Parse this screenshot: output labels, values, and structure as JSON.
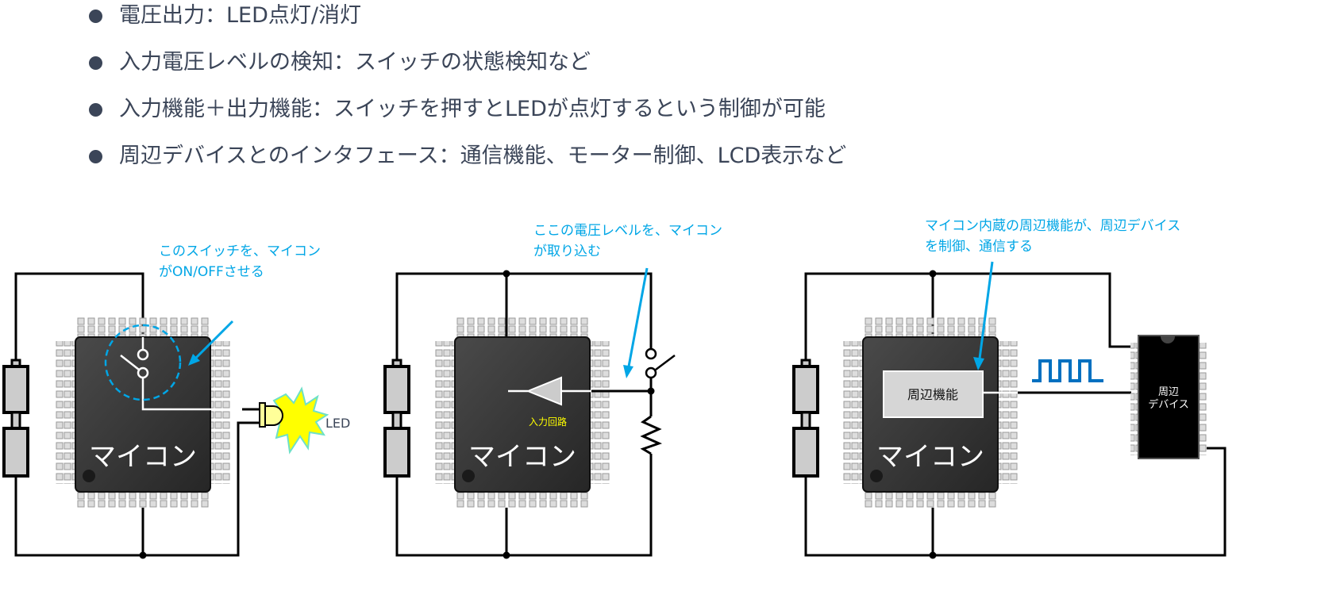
{
  "bullets": [
    "電圧出力：LED点灯/消灯",
    "入力電圧レベルの検知：スイッチの状態検知など",
    "入力機能＋出力機能：スイッチを押すとLEDが点灯するという制御が可能",
    "周辺デバイスとのインタフェース：通信機能、モーター制御、LCD表示など"
  ],
  "panel1": {
    "annotation": [
      "このスイッチを、マイコン",
      "がON/OFFさせる"
    ],
    "chip_label": "マイコン",
    "led_label": "LED"
  },
  "panel2": {
    "annotation": [
      "ここの電圧レベルを、マイコン",
      "が取り込む"
    ],
    "chip_label": "マイコン",
    "input_circuit_label": "入力回路"
  },
  "panel3": {
    "annotation": [
      "マイコン内蔵の周辺機能が、周辺デバイス",
      "を制御、通信する"
    ],
    "chip_label": "マイコン",
    "peripheral_label": "周辺機能",
    "device_label": [
      "周辺",
      "デバイス"
    ]
  },
  "colors": {
    "accent": "#00a6e6",
    "text": "#3b4558",
    "wave": "#0070c0",
    "led": "#ffff00"
  }
}
